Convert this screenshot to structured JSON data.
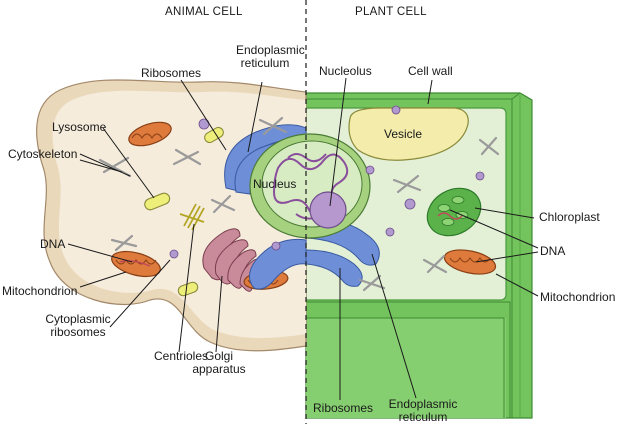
{
  "headers": {
    "animal": "ANIMAL CELL",
    "plant": "PLANT CELL"
  },
  "labels": {
    "ribosomes_top": "Ribosomes",
    "er_top_1": "Endoplasmic",
    "er_top_2": "reticulum",
    "lysosome": "Lysosome",
    "cytoskeleton": "Cytoskeleton",
    "dna_left": "DNA",
    "mito_left": "Mitochondrion",
    "cyto_ribo_1": "Cytoplasmic",
    "cyto_ribo_2": "ribosomes",
    "centrioles": "Centrioles",
    "golgi_1": "Golgi",
    "golgi_2": "apparatus",
    "nucleus": "Nucleus",
    "nucleolus": "Nucleolus",
    "cell_wall": "Cell wall",
    "vesicle": "Vesicle",
    "chloroplast": "Chloroplast",
    "dna_right": "DNA",
    "mito_right": "Mitochondrion",
    "ribosomes_bottom": "Ribosomes",
    "er_bottom_1": "Endoplasmic",
    "er_bottom_2": "reticulum"
  },
  "colors": {
    "animal_cytoplasm": "#f4ead9",
    "animal_membrane": "#e7d4b6",
    "plant_cytoplasm": "#e4f1d8",
    "cell_wall": "#6ec25a",
    "cell_wall_dark": "#4b9a3e",
    "nuclear_envelope": "#a6d27f",
    "nucleus": "#d8ecc4",
    "chromatin": "#8a4f9c",
    "nucleolus": "#b698cf",
    "er_blue": "#6e8fd8",
    "golgi": "#c98a9a",
    "mitochondrion": "#dd7a3c",
    "lysosome": "#eeee7a",
    "vesicle": "#f2ecaa",
    "chloroplast": "#5bb24a",
    "cytoskeleton": "#9a9a9a",
    "ribosome": "#b09ad0"
  }
}
